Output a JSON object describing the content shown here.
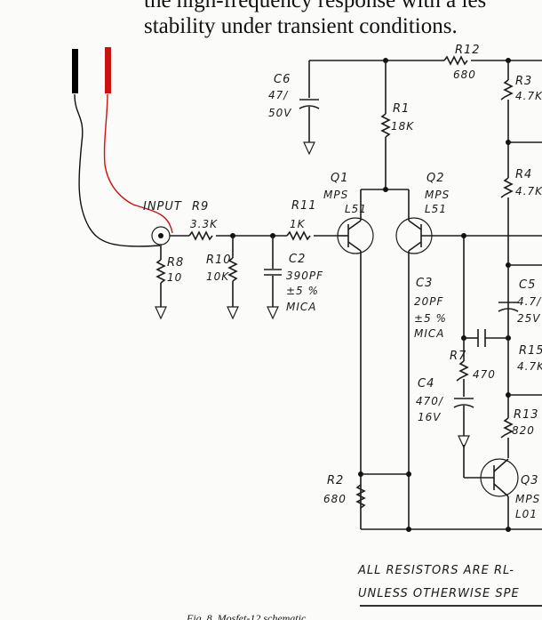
{
  "header_text": {
    "line1": "the high-frequency response with a les",
    "line2": "stability under transient conditions."
  },
  "labels": {
    "input": "INPUT",
    "r9": "R9",
    "r9_val": "3.3K",
    "r8": "R8",
    "r8_val": "10",
    "r10": "R10",
    "r10_val": "10K",
    "r11": "R11",
    "r11_val": "1K",
    "c2": "C2",
    "c2_val": "390PF",
    "c2_tol": "±5 %",
    "c2_type": "MICA",
    "c6": "C6",
    "c6_val": "47/",
    "c6_volt": "50V",
    "r12": "R12",
    "r12_val": "680",
    "r1": "R1",
    "r1_val": "18K",
    "r3": "R3",
    "r3_val": "4.7K",
    "r4": "R4",
    "r4_val": "4.7K",
    "q1": "Q1",
    "q1_type1": "MPS",
    "q1_type2": "L51",
    "q2": "Q2",
    "q2_type1": "MPS",
    "q2_type2": "L51",
    "c3": "C3",
    "c3_val": "20PF",
    "c3_tol": "±5 %",
    "c3_type": "MICA",
    "r7": "R7",
    "r7_val": "470",
    "c4": "C4",
    "c4_val": "470/",
    "c4_volt": "16V",
    "c5": "C5",
    "c5_val": "4.7/",
    "c5_volt": "25V",
    "r15": "R15",
    "r15_val": "4.7K",
    "r13": "R13",
    "r13_val": "820",
    "r2": "R2",
    "r2_val": "680",
    "q3": "Q3",
    "q3_type1": "MPS",
    "q3_type2": "L01"
  },
  "footnote": {
    "line1": "ALL RESISTORS ARE RL-",
    "line2": "UNLESS OTHERWISE SPE"
  },
  "caption": "Fig. 8. Mosfet-12 schematic.",
  "colors": {
    "red_probe": "#cc1111",
    "black_probe": "#000000"
  }
}
